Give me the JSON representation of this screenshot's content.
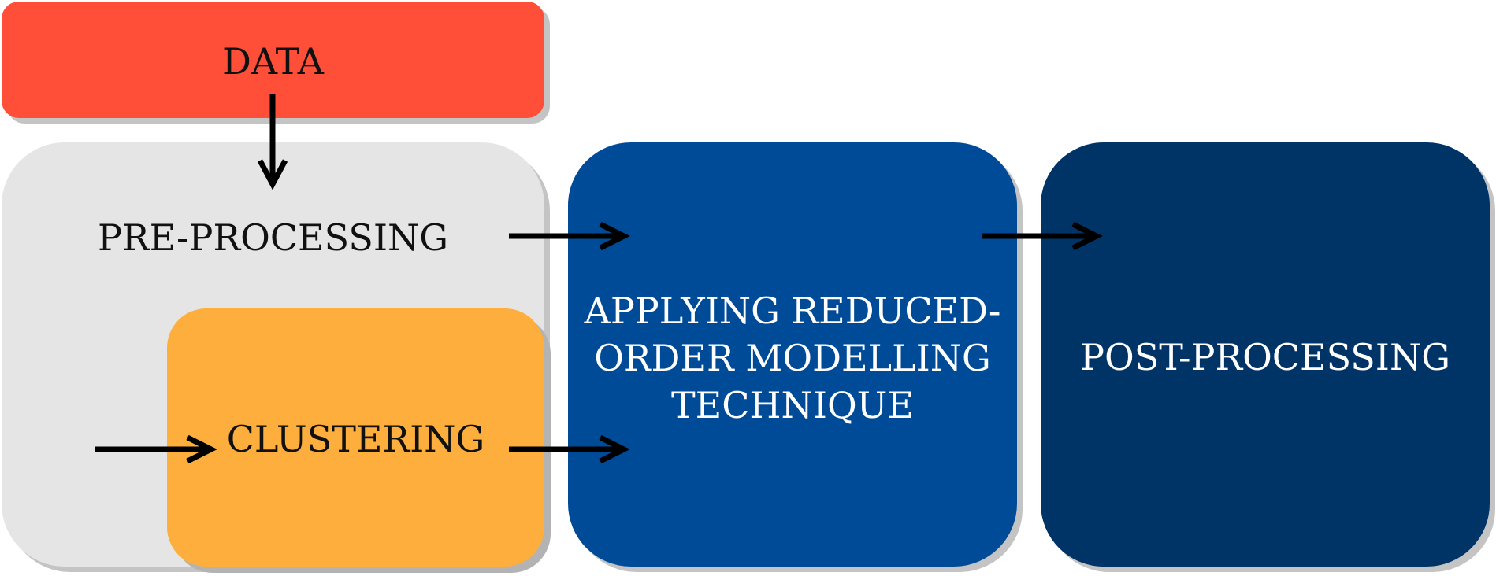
{
  "nodes": {
    "data": {
      "label": "DATA",
      "color": "#ff4f38"
    },
    "preprocessing": {
      "label": "PRE-PROCESSING",
      "color": "#e5e5e5"
    },
    "clustering": {
      "label": "CLUSTERING",
      "color": "#fdae3c"
    },
    "rom": {
      "label_lines": [
        "APPLYING REDUCED-",
        "ORDER MODELLING",
        "TECHNIQUE"
      ],
      "color": "#004b98"
    },
    "postprocessing": {
      "label": "POST-PROCESSING",
      "color": "#003366"
    }
  },
  "edges": [
    {
      "from": "data",
      "to": "preprocessing"
    },
    {
      "from": "preprocessing",
      "to": "rom"
    },
    {
      "from": "preprocessing",
      "to": "clustering"
    },
    {
      "from": "clustering",
      "to": "rom"
    },
    {
      "from": "rom",
      "to": "postprocessing"
    }
  ]
}
